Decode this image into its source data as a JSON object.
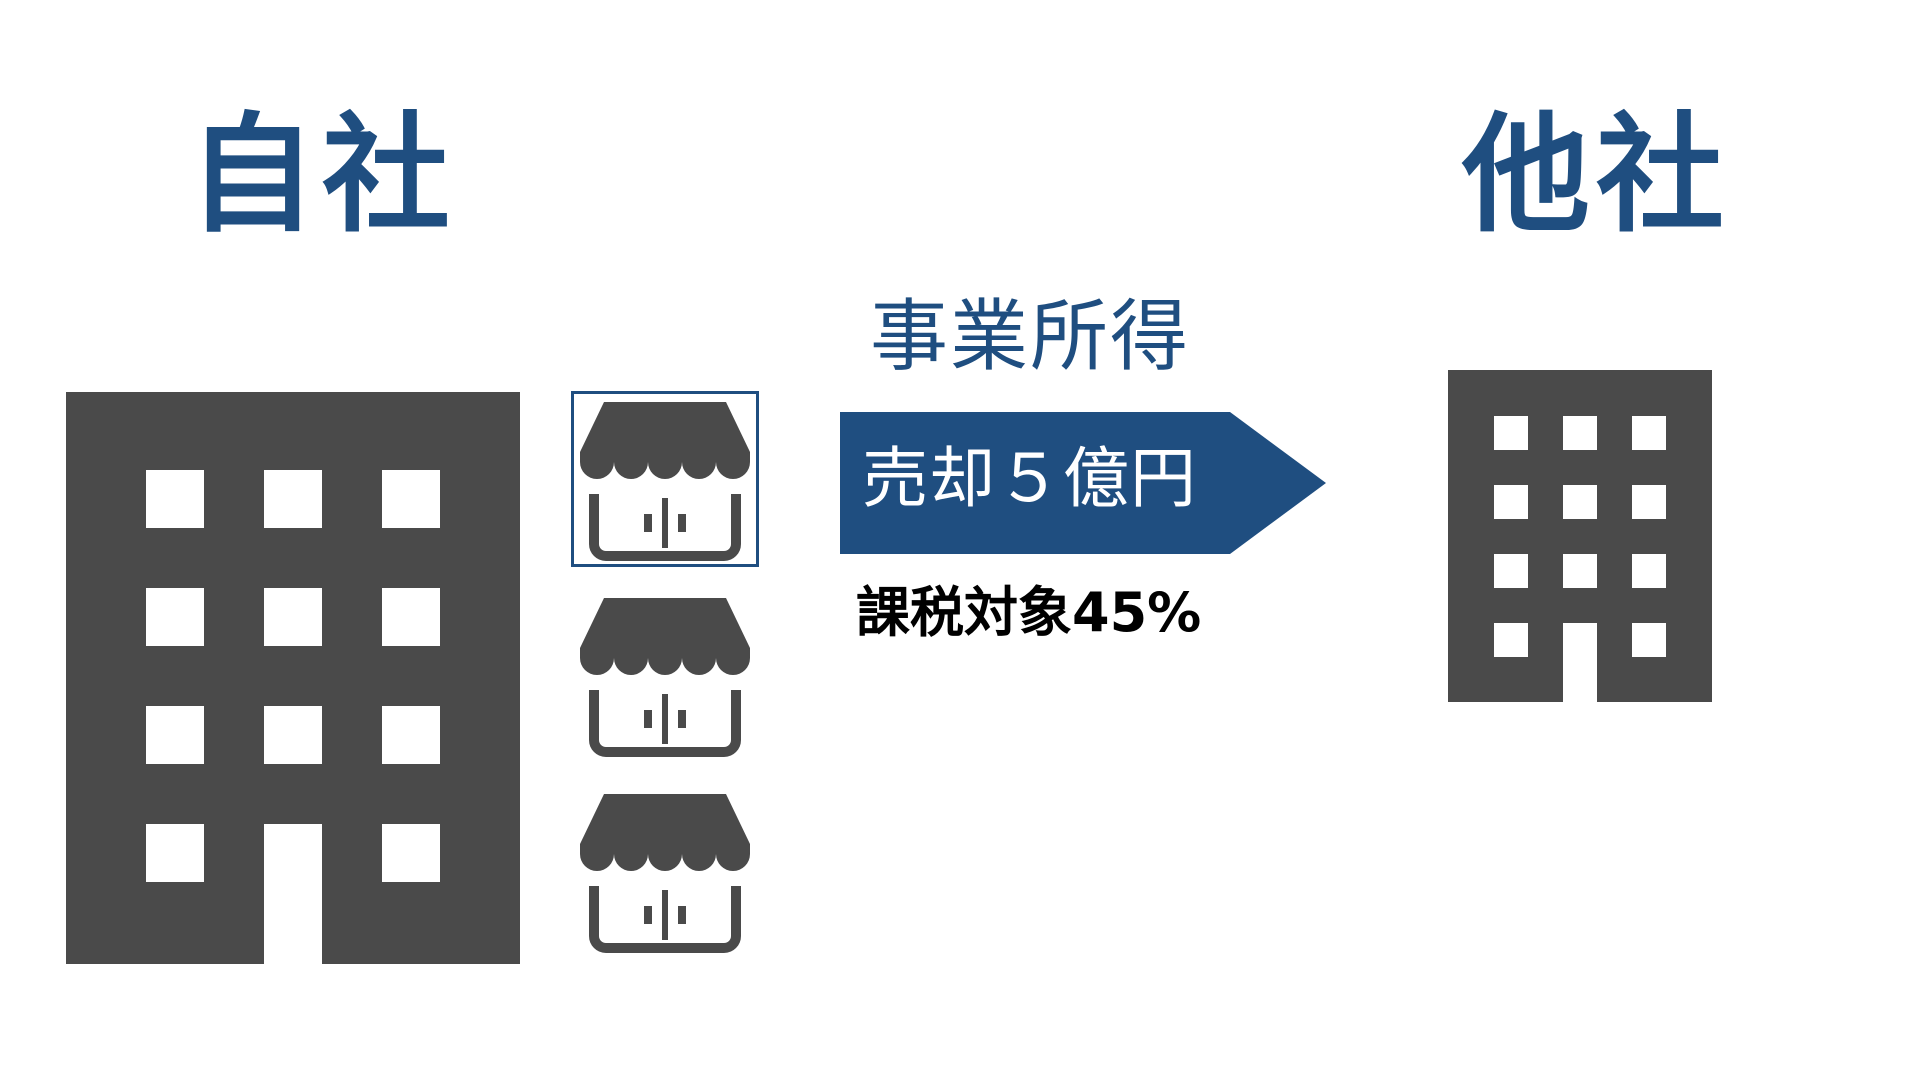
{
  "own_company": {
    "title": "自社"
  },
  "other_company": {
    "title": "他社"
  },
  "transaction": {
    "income_type": "事業所得",
    "sale_label": "売却５億円",
    "tax_label": "課税対象45%"
  },
  "shops": [
    {
      "icon": "shop-icon",
      "selected": true
    },
    {
      "icon": "shop-icon",
      "selected": false
    },
    {
      "icon": "shop-icon",
      "selected": false
    }
  ],
  "icons": {
    "own_building": "office-building-icon",
    "other_building": "office-building-icon"
  },
  "colors": {
    "accent": "#1f4e80",
    "building": "#4a4a4a",
    "text": "#000000"
  }
}
